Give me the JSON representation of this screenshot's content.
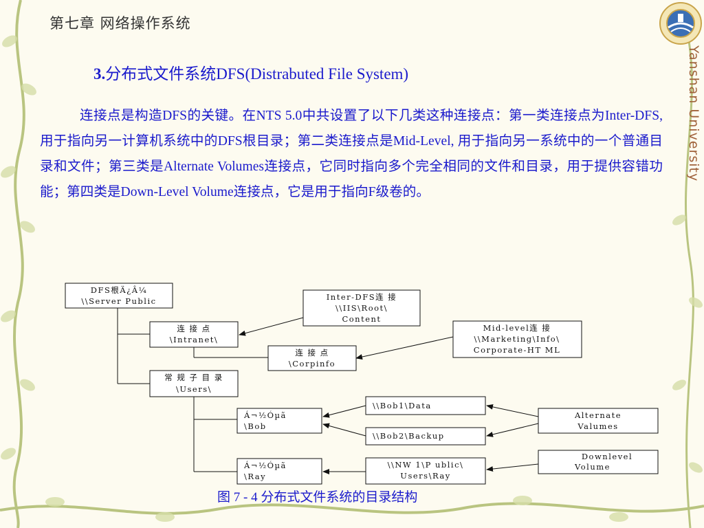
{
  "header": {
    "chapter": "第七章  网络操作系统",
    "university": "Yanshan University"
  },
  "title": {
    "number": "3.",
    "text": "分布式文件系统DFS(Distrabuted File System)"
  },
  "paragraph": "连接点是构造DFS的关键。在NTS 5.0中共设置了以下几类这种连接点：第一类连接点为Inter-DFS,  用于指向另一计算机系统中的DFS根目录；第二类连接点是Mid-Level, 用于指向另一系统中的一个普通目录和文件；第三类是Alternate Volumes连接点，它同时指向多个完全相同的文件和目录，用于提供容错功能；第四类是Down-Level Volume连接点，它是用于指向F级卷的。",
  "diagram": {
    "root": [
      "DFS根Ä¿Â¼",
      "\\\\Server Public"
    ],
    "intranet": [
      "连 接 点",
      "\\Intranet\\"
    ],
    "corpinfo": [
      "连 接 点",
      "\\Corpinfo"
    ],
    "users": [
      "常 规 子 目 录",
      "\\Users\\"
    ],
    "bob": [
      "Á¬½Óµã",
      "\\Bob"
    ],
    "ray": [
      "Á¬½Óµã",
      "\\Ray"
    ],
    "interdfs": [
      "Inter-DFS连 接",
      "\\\\IIS\\Root\\",
      "Content"
    ],
    "midlevel": [
      "Mid-level连 接",
      "\\\\Marketing\\Info\\",
      "Corporate-HT ML"
    ],
    "bob1": [
      "\\\\Bob1\\Data"
    ],
    "bob2": [
      "\\\\Bob2\\Backup"
    ],
    "nw1": [
      "\\\\NW 1\\P ublic\\",
      "Users\\Ray"
    ],
    "alternate": [
      "Alternate",
      "Valumes"
    ],
    "downlevel": [
      "Downlevel",
      "Volume"
    ]
  },
  "caption": "图 7 - 4 分布式文件系统的目录结构",
  "colors": {
    "text_blue": "#1a1acc",
    "vine_green": "#c9d49a",
    "background": "#fdfbf0"
  }
}
